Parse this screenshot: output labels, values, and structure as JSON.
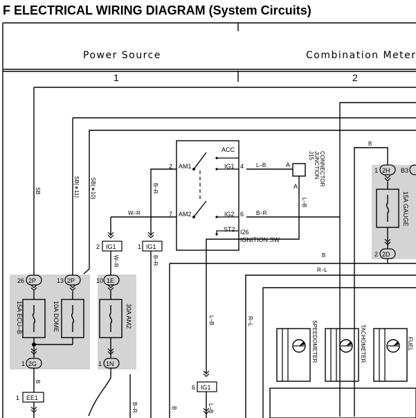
{
  "title": "F  ELECTRICAL WIRING DIAGRAM (System Circuits)",
  "sections": [
    {
      "label": "Power Source",
      "number": "1"
    },
    {
      "label": "Combination Meter",
      "number": "2"
    }
  ],
  "fuses": {
    "ecu_b": "15A ECU–B",
    "dome": "10A DOME",
    "am2": "30A AM2",
    "gauge": "15A GAUGE"
  },
  "connectors": {
    "c_2p_26": "26",
    "c_2p_13": "13",
    "c_2p": "2P",
    "c_1e_10": "10",
    "c_1e": "1E",
    "c_2g_1": "1",
    "c_2g": "2G",
    "c_1n_1": "1",
    "c_1n": "1N",
    "c_ee1_1": "1",
    "c_ee1": "EE1",
    "c_ig1_a_2": "2",
    "c_ig1_b_1": "1",
    "c_ig1_c_6": "6",
    "ig1": "IG1",
    "c_2h_1": "1",
    "c_2h": "2H",
    "c_b3": "B3",
    "c_2d_2": "2",
    "c_2d": "2D"
  },
  "ignition_switch": {
    "am1": "AM1",
    "am2": "AM2",
    "acc": "ACC",
    "ig1": "IG1",
    "ig2": "IG2",
    "st2": "ST2",
    "pin_2": "2",
    "pin_7": "7",
    "pin_4": "4",
    "pin_6": "6",
    "id": "I26",
    "name": "IGNITION SW"
  },
  "junction": {
    "id": "J15",
    "name_l1": "JUNCTION",
    "name_l2": "CONNECTOR",
    "pin_a_top": "A",
    "pin_a_bottom": "A"
  },
  "wire_colors": {
    "sb": "SB",
    "sb_11": "SB(∗11)",
    "sb_10": "SB(∗10)",
    "br": "B–R",
    "wr": "W–R",
    "lb": "L–B",
    "b": "B",
    "rl": "R–L"
  },
  "gauges": {
    "speedometer": "SPEEDOMETER",
    "tachometer": "TACHOMETER",
    "fuel": "FUEL"
  },
  "colors": {
    "shading": "#d4d4d4",
    "line": "#000000"
  }
}
